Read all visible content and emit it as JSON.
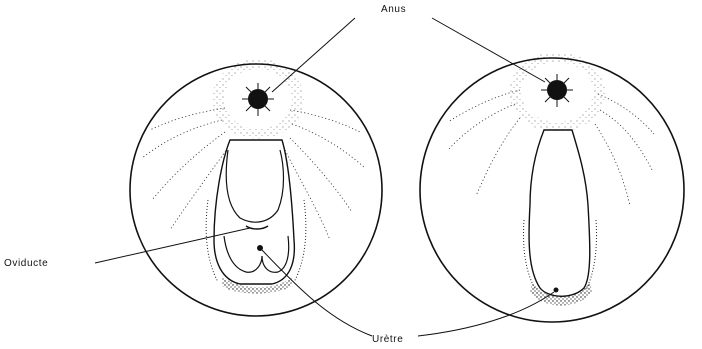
{
  "labels": {
    "anus": "Anus",
    "oviducte": "Oviducte",
    "uretre": "Urètre"
  },
  "colors": {
    "ink": "#111111",
    "background": "#ffffff"
  }
}
